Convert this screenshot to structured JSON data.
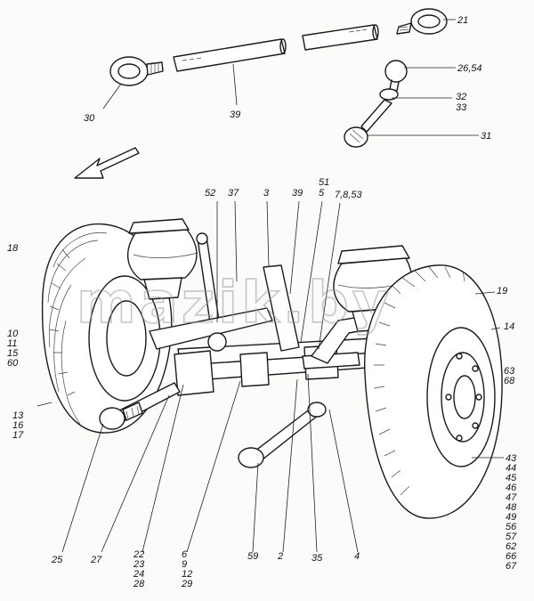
{
  "watermark": "mazik.by",
  "callouts": [
    {
      "id": "c21",
      "lines": [
        "21"
      ]
    },
    {
      "id": "c30",
      "lines": [
        "30"
      ]
    },
    {
      "id": "c39-top",
      "lines": [
        "39"
      ]
    },
    {
      "id": "c26",
      "lines": [
        "26,54"
      ]
    },
    {
      "id": "c32",
      "lines": [
        "32",
        "33"
      ]
    },
    {
      "id": "c31",
      "lines": [
        "31"
      ]
    },
    {
      "id": "c52",
      "lines": [
        "52"
      ]
    },
    {
      "id": "c37",
      "lines": [
        "37"
      ]
    },
    {
      "id": "c3",
      "lines": [
        "3"
      ]
    },
    {
      "id": "c39",
      "lines": [
        "39"
      ]
    },
    {
      "id": "c51",
      "lines": [
        "51",
        "5"
      ]
    },
    {
      "id": "c7",
      "lines": [
        "7,8,53"
      ]
    },
    {
      "id": "c18",
      "lines": [
        "18"
      ]
    },
    {
      "id": "c10",
      "lines": [
        "10",
        "11",
        "15",
        "60"
      ]
    },
    {
      "id": "c19",
      "lines": [
        "19"
      ]
    },
    {
      "id": "c14",
      "lines": [
        "14"
      ]
    },
    {
      "id": "c63",
      "lines": [
        "63",
        "68"
      ]
    },
    {
      "id": "c13",
      "lines": [
        "13",
        "16",
        "17"
      ]
    },
    {
      "id": "c43",
      "lines": [
        "43",
        "44",
        "45",
        "46",
        "47",
        "48",
        "49",
        "56",
        "57",
        "62",
        "66",
        "67"
      ]
    },
    {
      "id": "c25",
      "lines": [
        "25"
      ]
    },
    {
      "id": "c27",
      "lines": [
        "27"
      ]
    },
    {
      "id": "c22",
      "lines": [
        "22",
        "23",
        "24",
        "28"
      ]
    },
    {
      "id": "c6",
      "lines": [
        "6",
        "9",
        "12",
        "29"
      ]
    },
    {
      "id": "c59",
      "lines": [
        "59"
      ]
    },
    {
      "id": "c2",
      "lines": [
        "2"
      ]
    },
    {
      "id": "c35",
      "lines": [
        "35"
      ]
    },
    {
      "id": "c4",
      "lines": [
        "4"
      ]
    }
  ]
}
